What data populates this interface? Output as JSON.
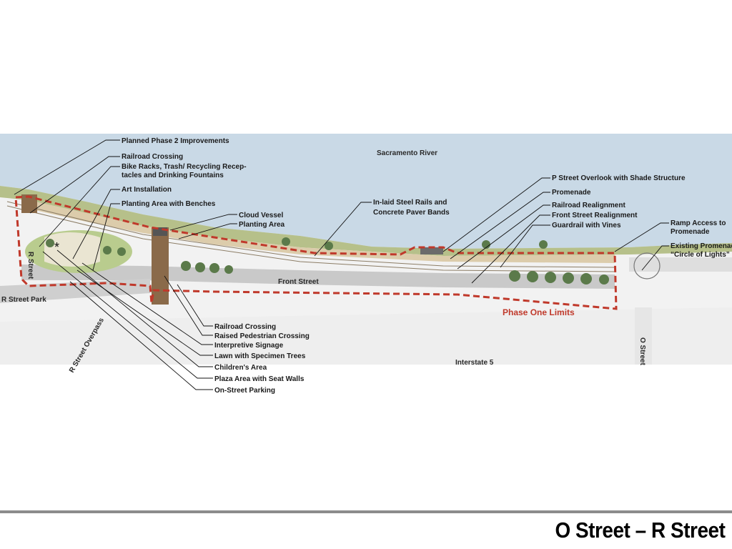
{
  "slide": {
    "title": "O Street – R Street"
  },
  "map": {
    "places": {
      "river": "Sacramento River",
      "front_street": "Front Street",
      "r_street": "R Street",
      "r_street_park": "R Street Park",
      "r_street_overpass": "R Street Overpass",
      "interstate": "Interstate 5",
      "o_street": "O Street"
    },
    "phase_limits": "Phase One Limits",
    "asterisk": "*"
  },
  "callouts": {
    "left": {
      "planned_phase2": "Planned Phase 2 Improvements",
      "railroad_crossing_top": "Railroad Crossing",
      "bike_racks_1": "Bike Racks, Trash/ Recycling Recep-",
      "bike_racks_2": "tacles and Drinking Fountains",
      "art_installation": "Art Installation",
      "planting_benches": "Planting Area with Benches",
      "cloud_vessel": "Cloud Vessel",
      "planting_area": "Planting Area",
      "inlaid_rails_1": "In-laid Steel Rails and",
      "inlaid_rails_2": "Concrete Paver Bands"
    },
    "bottom": {
      "railroad_crossing": "Railroad Crossing",
      "raised_ped": "Raised Pedestrian Crossing",
      "interpretive": "Interpretive Signage",
      "lawn": "Lawn with Specimen Trees",
      "childrens": "Children's Area",
      "plaza": "Plaza Area with Seat Walls",
      "parking": "On-Street Parking"
    },
    "right": {
      "p_street": "P Street Overlook with Shade Structure",
      "promenade": "Promenade",
      "rr_realign": "Railroad Realignment",
      "front_realign": "Front Street Realignment",
      "guardrail": "Guardrail with Vines",
      "ramp_1": "Ramp Access to",
      "ramp_2": "Promenade",
      "existing_1": "Existing Promenade",
      "existing_2": "“Circle of Lights”"
    }
  },
  "colors": {
    "river": "#c9d9e6",
    "bank_green": "#a8b878",
    "promenade_tan": "#d9c9a8",
    "road_gray": "#c7c7c7",
    "phase_red": "#c0392b",
    "crossing_brown": "#8a6a4a",
    "footer_rule": "#8c8c8c"
  }
}
